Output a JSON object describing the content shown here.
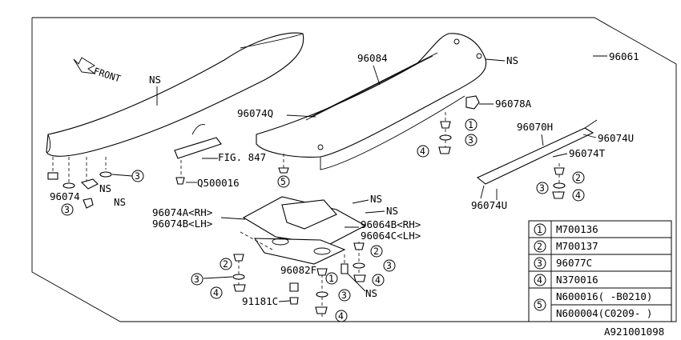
{
  "figure_ref": "FIG. 847",
  "drawing_number": "A921001098",
  "front_label": "FRONT",
  "callouts": {
    "c96061": "96061",
    "c96084": "96084",
    "c96074Q": "96074Q",
    "c96078A": "96078A",
    "c96070H": "96070H",
    "c96074U_a": "96074U",
    "c96074T": "96074T",
    "c96074U_b": "96074U",
    "c96074": "96074",
    "cQ500016": "Q500016",
    "c96074A": "96074A<RH>",
    "c96074B": "96074B<LH>",
    "c96064B": "96064B<RH>",
    "c96064C": "96064C<LH>",
    "c96082F": "96082F",
    "c91181C": "91181C",
    "ns": "NS"
  },
  "legend": [
    {
      "num": "1",
      "parts": [
        "M700136"
      ]
    },
    {
      "num": "2",
      "parts": [
        "M700137"
      ]
    },
    {
      "num": "3",
      "parts": [
        "96077C"
      ]
    },
    {
      "num": "4",
      "parts": [
        "N370016"
      ]
    },
    {
      "num": "5",
      "parts": [
        "N600016( -B0210)",
        "N600004(C0209- )"
      ]
    }
  ]
}
